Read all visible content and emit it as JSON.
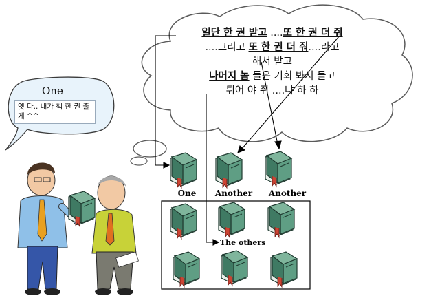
{
  "thought_bubble": {
    "line1_a": "일단 한 권 받고",
    "line1_b": " ....",
    "line1_c": "또 한 권 더 줘",
    "line2_a": "....그리고 ",
    "line2_b": "또 한 권 더 줘",
    "line2_c": "....라고",
    "line3": "해서 받고",
    "line4_a": "나머지 놈",
    "line4_b": " 들은 기회 봐서 들고",
    "line5": "튀어 야 쥐 ....냐 하 하"
  },
  "speech_bubble": {
    "title": "One",
    "text": "옛 다.. 내가 책 한 권 줄게 ^^"
  },
  "books": {
    "label_one": "One",
    "label_another_1": "Another",
    "label_another_2": "Another",
    "label_others": "The others"
  },
  "colors": {
    "book_cover": "#5f9e84",
    "book_dark": "#2f5e4c",
    "bubble_stroke": "#5a5a5a"
  }
}
